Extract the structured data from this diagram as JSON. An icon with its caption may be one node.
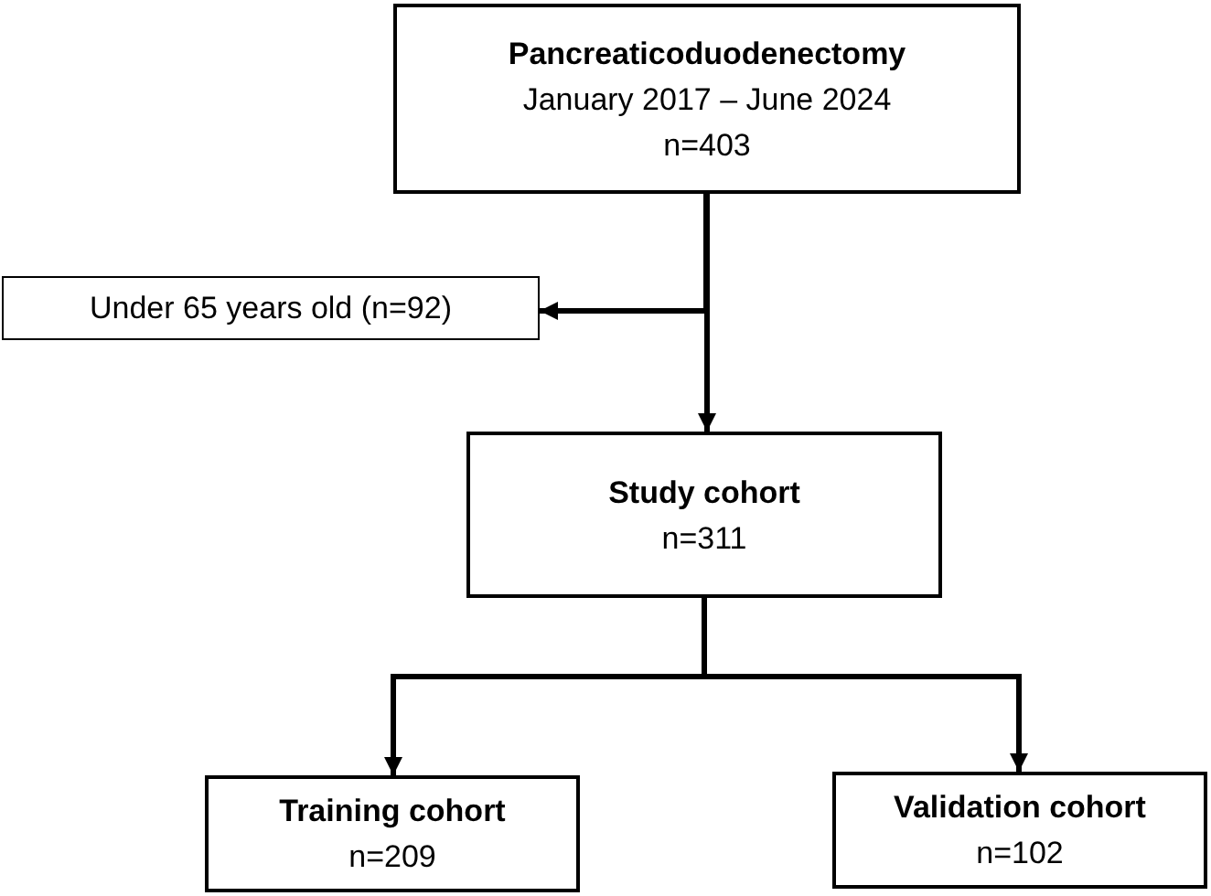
{
  "diagram": {
    "nodes": [
      {
        "text": [
          "Pancreaticoduodenectomy",
          "January 2017 – June 2024",
          "n=403"
        ]
      },
      {
        "text": [
          "Under 65 years old (n=92)"
        ]
      },
      {
        "text": [
          "Study cohort",
          "n=311"
        ]
      },
      {
        "text": [
          "Training cohort",
          "n=209"
        ]
      },
      {
        "text": [
          "Validation cohort",
          "n=102"
        ]
      }
    ],
    "edges": [
      {
        "from": 0,
        "to": 1,
        "arrow": "to"
      },
      {
        "from": 0,
        "to": 2,
        "arrow": "to"
      },
      {
        "from": 2,
        "to": 3,
        "arrow": "to"
      },
      {
        "from": 2,
        "to": 4,
        "arrow": "to"
      }
    ]
  }
}
